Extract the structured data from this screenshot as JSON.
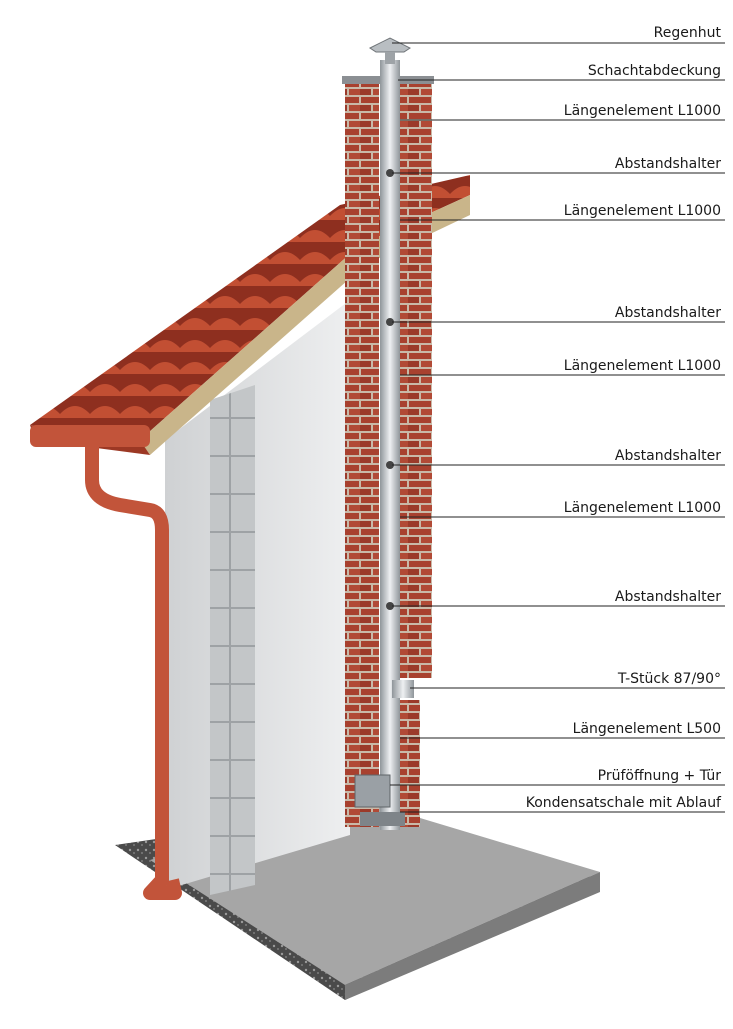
{
  "title": "",
  "labels": [
    {
      "id": "regenhut",
      "text": "Regenhut"
    },
    {
      "id": "schachtabdeckung",
      "text": "Schachtabdeckung"
    },
    {
      "id": "laengenelement-1",
      "text": "Längenelement L1000"
    },
    {
      "id": "abstandshalter-1",
      "text": "Abstandshalter"
    },
    {
      "id": "laengenelement-2",
      "text": "Längenelement L1000"
    },
    {
      "id": "abstandshalter-2",
      "text": "Abstandshalter"
    },
    {
      "id": "laengenelement-3",
      "text": "Längenelement L1000"
    },
    {
      "id": "abstandshalter-3",
      "text": "Abstandshalter"
    },
    {
      "id": "laengenelement-4",
      "text": "Längenelement L1000"
    },
    {
      "id": "abstandshalter-4",
      "text": "Abstandshalter"
    },
    {
      "id": "t-stueck",
      "text": "T-Stück 87/90°"
    },
    {
      "id": "laengenelement-l500",
      "text": "Längenelement L500"
    },
    {
      "id": "pruefoeffnung",
      "text": "Prüföffnung + Tür"
    },
    {
      "id": "kondensatschale",
      "text": "Kondensatschale mit Ablauf"
    }
  ],
  "colors": {
    "brick": "#a8412f",
    "brick_dark": "#7a2a1f",
    "mortar": "#c9b9a8",
    "roof_tile": "#b5442c",
    "gutter": "#c2543a",
    "wall": "#e3e4e6",
    "block": "#bfc2c4",
    "slab": "#8d8d8d",
    "steel": "#c8ccd0",
    "leader_line": "#222222"
  }
}
